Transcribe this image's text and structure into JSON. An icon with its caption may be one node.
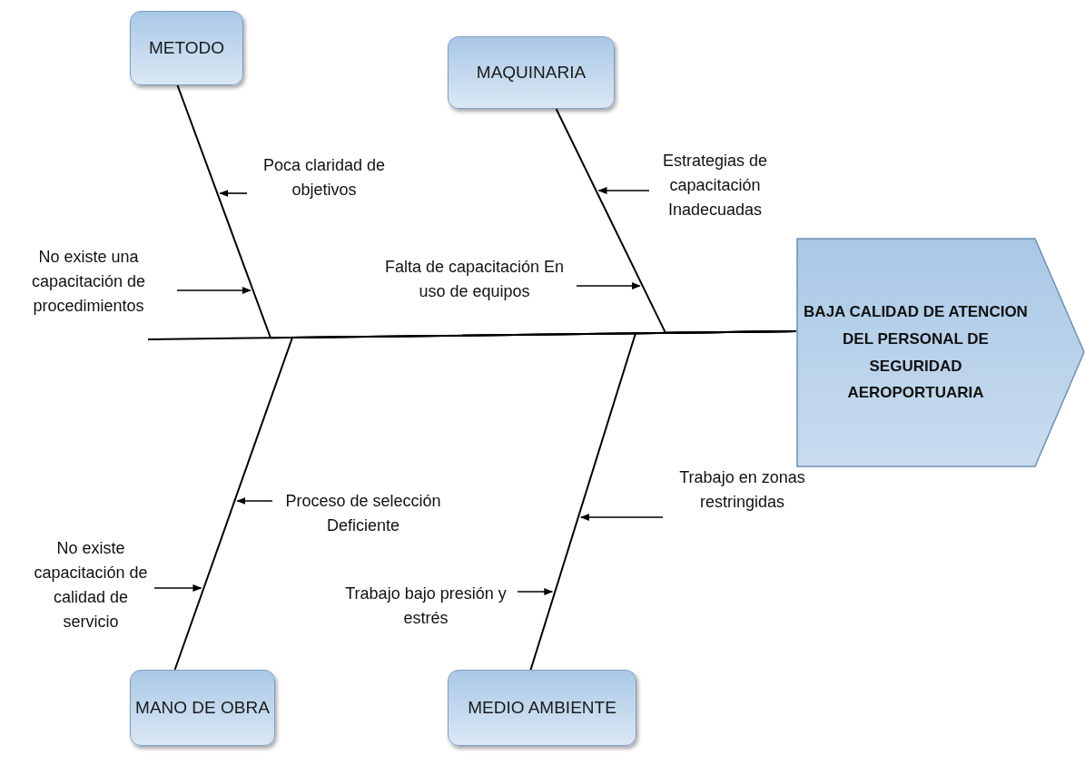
{
  "diagram": {
    "nodes": [
      {
        "text": [
          "METODO"
        ]
      },
      {
        "text": [
          "MAQUINARIA"
        ]
      },
      {
        "text": [
          "Poca claridad de objetivos"
        ]
      },
      {
        "text": [
          "Estrategias de capacitación Inadecuadas"
        ]
      },
      {
        "text": [
          "No existe una capacitación de procedimientos"
        ]
      },
      {
        "text": [
          "Falta de capacitación En uso de equipos"
        ]
      },
      {
        "text": [
          "BAJA CALIDAD DE ATENCION DEL PERSONAL DE SEGURIDAD AEROPORTUARIA"
        ]
      },
      {
        "text": [
          "Proceso de selección Deficiente"
        ]
      },
      {
        "text": [
          "Trabajo en zonas restringidas"
        ]
      },
      {
        "text": [
          "No existe capacitación de calidad de servicio"
        ]
      },
      {
        "text": [
          "Trabajo bajo presión y estrés"
        ]
      },
      {
        "text": [
          "MANO DE OBRA"
        ]
      },
      {
        "text": [
          "MEDIO AMBIENTE"
        ]
      }
    ],
    "edges": [
      {
        "from": null,
        "to": 6,
        "arrow": "none"
      },
      {
        "from": 0,
        "to": 6,
        "arrow": "none"
      },
      {
        "from": 1,
        "to": 6,
        "arrow": "none"
      },
      {
        "from": 11,
        "to": 6,
        "arrow": "none"
      },
      {
        "from": 12,
        "to": 6,
        "arrow": "none"
      },
      {
        "from": 2,
        "to": null,
        "arrow": "to"
      },
      {
        "from": 4,
        "to": null,
        "arrow": "to"
      },
      {
        "from": 3,
        "to": null,
        "arrow": "to"
      },
      {
        "from": 5,
        "to": null,
        "arrow": "to"
      },
      {
        "from": 7,
        "to": null,
        "arrow": "to"
      },
      {
        "from": 8,
        "to": null,
        "arrow": "to"
      },
      {
        "from": 9,
        "to": null,
        "arrow": "to"
      },
      {
        "from": 10,
        "to": null,
        "arrow": "to"
      }
    ]
  }
}
